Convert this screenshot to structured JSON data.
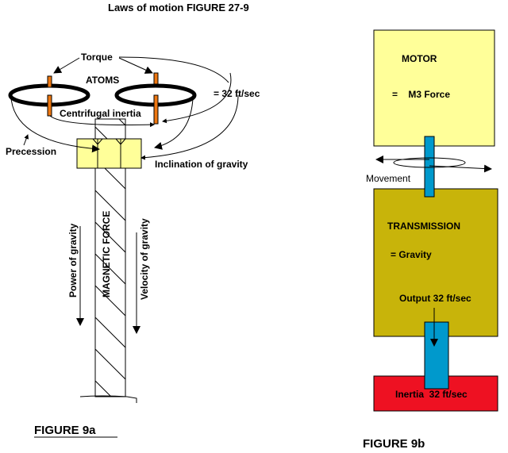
{
  "title": "Laws of motion   FIGURE 27-9",
  "colors": {
    "motor": "#ffff99",
    "transmission": "#c8b40a",
    "inertia": "#ee1122",
    "shaft": "#0099cc",
    "pin": "#ee7711",
    "block": "#ffff99"
  },
  "figure_9a": {
    "caption": "FIGURE  9a",
    "labels": {
      "torque": "Torque",
      "atoms": "ATOMS",
      "speed": "= 32 ft/sec",
      "centrifugal": "Centrifugal inertia",
      "precession": "Precession",
      "inclination": "Inclination of gravity",
      "power": "Power of gravity",
      "magnetic": "MAGNETIC FORCE",
      "velocity": "Velocity of gravity"
    }
  },
  "figure_9b": {
    "caption": "FIGURE 9b",
    "motor": {
      "title": "MOTOR",
      "subtitle": "=    M3 Force"
    },
    "movement": "Movement",
    "transmission": {
      "title": "TRANSMISSION",
      "subtitle": "= Gravity",
      "output": "Output 32 ft/sec"
    },
    "inertia": "Inertia  32 ft/sec"
  }
}
